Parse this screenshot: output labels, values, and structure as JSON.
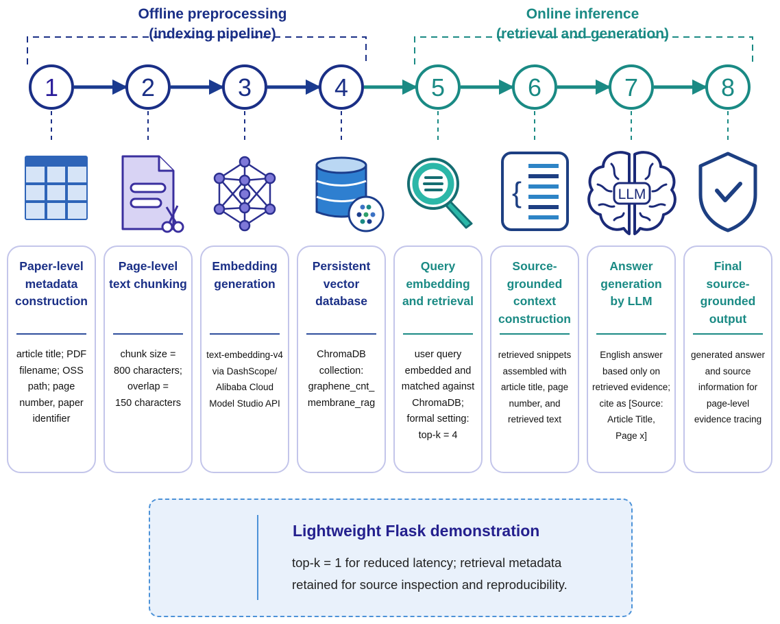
{
  "phases": {
    "offline": {
      "line1": "Offline preprocessing",
      "line2": "(indexing pipeline)"
    },
    "online": {
      "line1": "Online inference",
      "line2": "(retrieval and generation)"
    }
  },
  "colors": {
    "offline": "#1a2f86",
    "online": "#1a8a84",
    "card_border": "#c3c5ea",
    "demo_bg": "#e9f1fb"
  },
  "steps": [
    {
      "number": "1",
      "icon": "table-icon",
      "title": [
        "Paper-level",
        "metadata",
        "construction"
      ],
      "desc": [
        "article title; PDF",
        "filename; OSS",
        "path; page",
        "number, paper",
        "identifier"
      ]
    },
    {
      "number": "2",
      "icon": "document-scissors-icon",
      "title": [
        "Page-level",
        "text chunking"
      ],
      "desc": [
        "chunk size =",
        "800 characters;",
        "overlap =",
        "150 characters"
      ]
    },
    {
      "number": "3",
      "icon": "network-graph-icon",
      "title": [
        "Embedding",
        "generation"
      ],
      "desc": [
        "text-embedding-v4",
        "via DashScope/",
        "Alibaba Cloud",
        "Model Studio API"
      ]
    },
    {
      "number": "4",
      "icon": "database-icon",
      "title": [
        "Persistent",
        "vector",
        "database"
      ],
      "desc": [
        "ChromaDB",
        "collection:",
        "graphene_cnt_",
        "membrane_rag"
      ]
    },
    {
      "number": "5",
      "icon": "magnifier-icon",
      "title": [
        "Query",
        "embedding",
        "and retrieval"
      ],
      "desc": [
        "user query",
        "embedded and",
        "matched against",
        "ChromaDB;",
        "formal setting:",
        "top-k = 4"
      ]
    },
    {
      "number": "6",
      "icon": "context-list-icon",
      "title": [
        "Source-",
        "grounded",
        "context",
        "construction"
      ],
      "desc": [
        "retrieved snippets",
        "assembled with",
        "article title, page",
        "number, and",
        "retrieved text"
      ]
    },
    {
      "number": "7",
      "icon": "llm-brain-icon",
      "icon_text": "LLM",
      "title": [
        "Answer",
        "generation",
        "by LLM"
      ],
      "desc": [
        "English answer",
        "based only on",
        "retrieved evidence;",
        "cite as [Source:",
        "Article Title,",
        "Page x]"
      ]
    },
    {
      "number": "8",
      "icon": "shield-check-icon",
      "title": [
        "Final",
        "source-",
        "grounded",
        "output"
      ],
      "desc": [
        "generated answer",
        "and source",
        "information for",
        "page-level",
        "evidence tracing"
      ]
    }
  ],
  "demo": {
    "icon": "flask-icon",
    "title": "Lightweight Flask demonstration",
    "text": [
      "top-k = 1 for reduced latency; retrieval metadata",
      "retained for source inspection and reproducibility."
    ]
  }
}
